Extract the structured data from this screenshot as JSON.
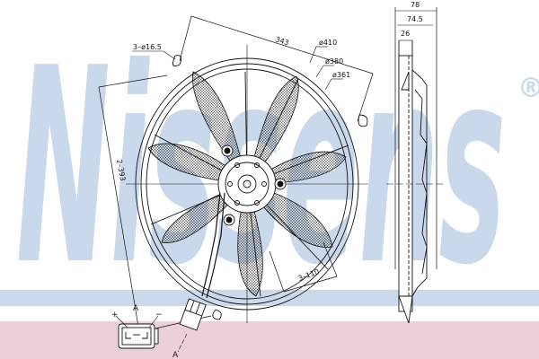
{
  "watermark": {
    "text": "Nissens",
    "registered": "®",
    "color": "#c9d8ea"
  },
  "bands": {
    "blue": "#ccd9ea",
    "pink": "#ecd0d8"
  },
  "front_view": {
    "dimensions": {
      "mount_span": "343",
      "outer_diameter": "ø410",
      "shroud_diameter": "ø380",
      "blade_diameter": "ø361",
      "mount_holes": "3–ø16.5",
      "side_span": "2–393",
      "hub_bolts": "3–110"
    }
  },
  "side_view": {
    "dimensions": {
      "total_depth": "78",
      "shroud_depth": "74.5",
      "blade_depth": "26"
    }
  },
  "connector": {
    "view_label": "A",
    "section_label": "A",
    "plus": "+",
    "minus": "−"
  }
}
